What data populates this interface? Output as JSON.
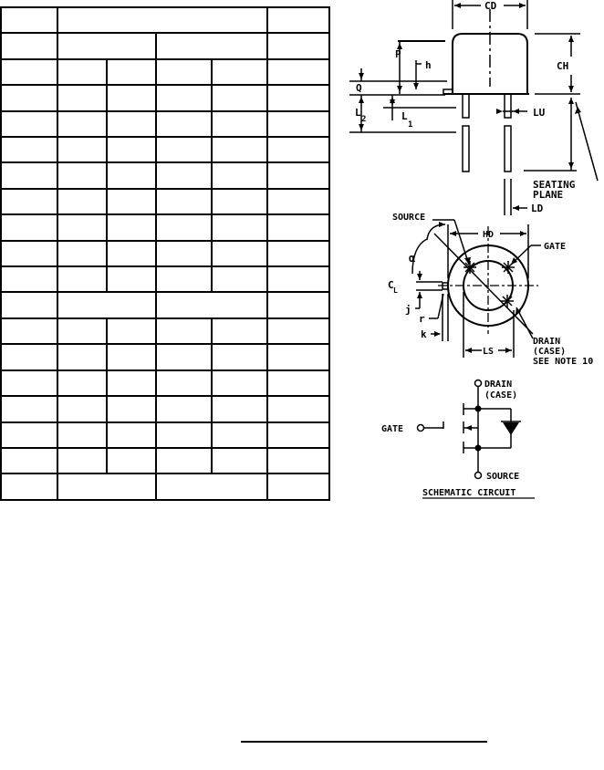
{
  "drawing": {
    "package_labels": {
      "cd": "CD",
      "ch": "CH",
      "p": "P",
      "h": "h",
      "q": "Q",
      "l2": "L",
      "l2_sub": "2",
      "l1": "L",
      "l1_sub": "1",
      "lu": "LU",
      "ld": "LD",
      "seating_line1": "SEATING",
      "seating_line2": "PLANE"
    },
    "pin_labels": {
      "source": "SOURCE",
      "hd": "HD",
      "gate": "GATE",
      "alpha": "α",
      "c": "C",
      "c_sub": "L",
      "j": "j",
      "r": "r",
      "k": "k",
      "ls": "LS",
      "drain": "DRAIN",
      "case": "(CASE)",
      "see_note": "SEE NOTE 10"
    },
    "schematic": {
      "drain": "DRAIN",
      "case": "(CASE)",
      "gate": "GATE",
      "source": "SOURCE",
      "caption": "SCHEMATIC CIRCUIT"
    }
  }
}
